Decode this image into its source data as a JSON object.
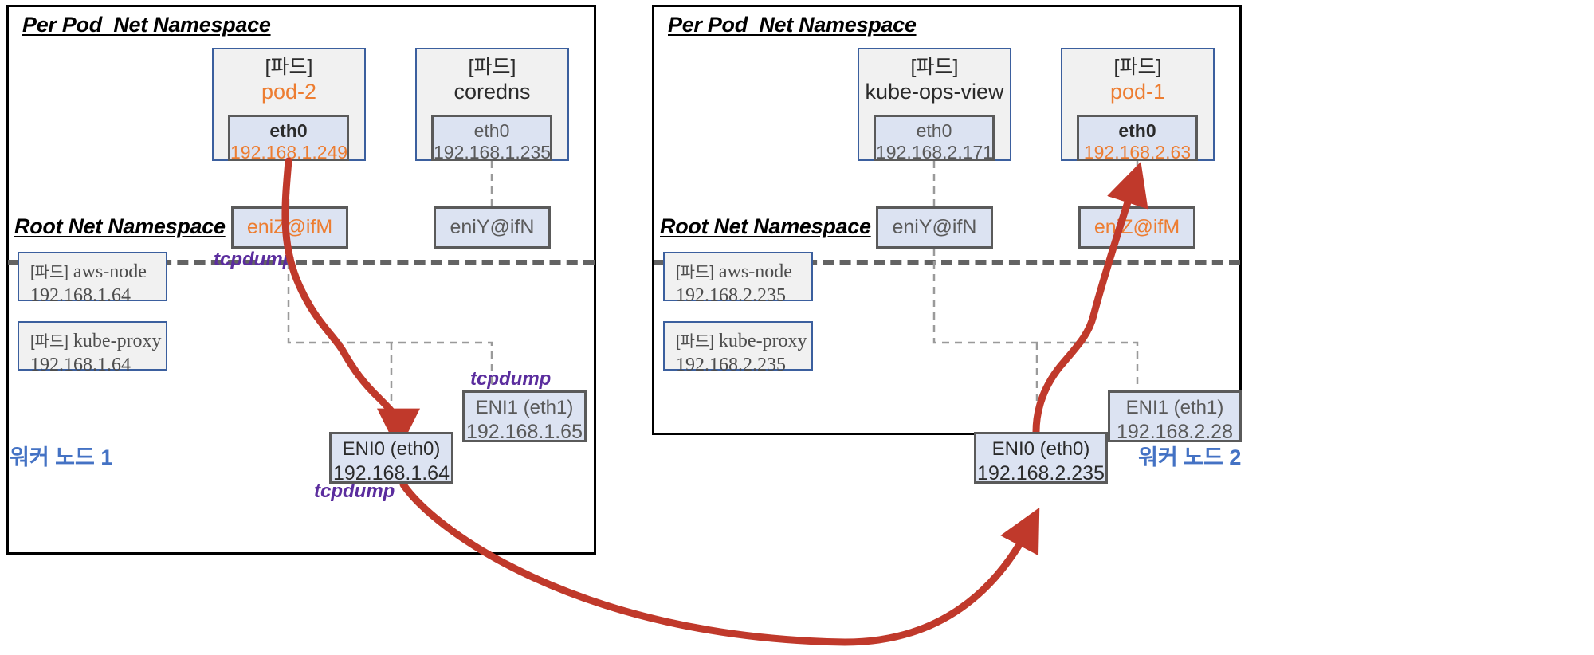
{
  "colors": {
    "accent_orange": "#ed7d31",
    "flow_red": "#c0392b",
    "tcpdump_purple": "#5b2d9e",
    "node_caption_blue": "#4472c4",
    "pod_border_blue": "#3b5f9e",
    "iface_fill": "#dce3f2"
  },
  "nodes": [
    {
      "id": "worker-node-1",
      "caption": "워커 노드 1",
      "pod_namespace_title": "Per Pod  Net Namespace",
      "root_namespace_title": "Root Net Namespace",
      "pods": [
        {
          "id": "pod-2",
          "kind_label": "[파드]",
          "name": "pod-2",
          "name_accent": true,
          "iface": {
            "name": "eth0",
            "ip": "192.168.1.249",
            "ip_accent": true,
            "bold": true
          }
        },
        {
          "id": "coredns",
          "kind_label": "[파드]",
          "name": "coredns",
          "name_accent": false,
          "iface": {
            "name": "eth0",
            "ip": "192.168.1.235",
            "ip_accent": false,
            "bold": false
          }
        }
      ],
      "veths": [
        {
          "id": "eniZ-ifM",
          "label": "eniZ@ifM",
          "accent": true
        },
        {
          "id": "eniY-ifN",
          "label": "eniY@ifN",
          "accent": false
        }
      ],
      "system_pods": [
        {
          "id": "aws-node",
          "kind_label": "[파드]",
          "name": "aws-node",
          "ip": "192.168.1.64"
        },
        {
          "id": "kube-proxy",
          "kind_label": "[파드]",
          "name": "kube-proxy",
          "ip": "192.168.1.64"
        }
      ],
      "enis": [
        {
          "id": "eni1-eth1",
          "title": "ENI1 (eth1)",
          "ip": "192.168.1.65",
          "dim": true
        },
        {
          "id": "eni0-eth0",
          "title": "ENI0 (eth0)",
          "ip": "192.168.1.64",
          "dim": false
        }
      ],
      "tcpdump_labels": [
        "tcpdump",
        "tcpdump",
        "tcpdump"
      ]
    },
    {
      "id": "worker-node-2",
      "caption": "워커 노드 2",
      "pod_namespace_title": "Per Pod  Net Namespace",
      "root_namespace_title": "Root Net Namespace",
      "pods": [
        {
          "id": "kube-ops-view",
          "kind_label": "[파드]",
          "name": "kube-ops-view",
          "name_accent": false,
          "iface": {
            "name": "eth0",
            "ip": "192.168.2.171",
            "ip_accent": false,
            "bold": false
          }
        },
        {
          "id": "pod-1",
          "kind_label": "[파드]",
          "name": "pod-1",
          "name_accent": true,
          "iface": {
            "name": "eth0",
            "ip": "192.168.2.63",
            "ip_accent": true,
            "bold": true
          }
        }
      ],
      "veths": [
        {
          "id": "eniY-ifN",
          "label": "eniY@ifN",
          "accent": false
        },
        {
          "id": "eniZ-ifM",
          "label": "eniZ@ifM",
          "accent": true
        }
      ],
      "system_pods": [
        {
          "id": "aws-node",
          "kind_label": "[파드]",
          "name": "aws-node",
          "ip": "192.168.2.235"
        },
        {
          "id": "kube-proxy",
          "kind_label": "[파드]",
          "name": "kube-proxy",
          "ip": "192.168.2.235"
        }
      ],
      "enis": [
        {
          "id": "eni1-eth1",
          "title": "ENI1 (eth1)",
          "ip": "192.168.2.28",
          "dim": true
        },
        {
          "id": "eni0-eth0",
          "title": "ENI0 (eth0)",
          "ip": "192.168.2.235",
          "dim": false
        }
      ],
      "tcpdump_labels": []
    }
  ],
  "flow": {
    "description": "pod-2 eth0 (192.168.1.249) -> eniZ@ifM -> ENI0 eth0 192.168.1.64 -> ENI0 eth0 192.168.2.235 -> eniZ@ifM -> pod-1 eth0 (192.168.2.63)"
  }
}
